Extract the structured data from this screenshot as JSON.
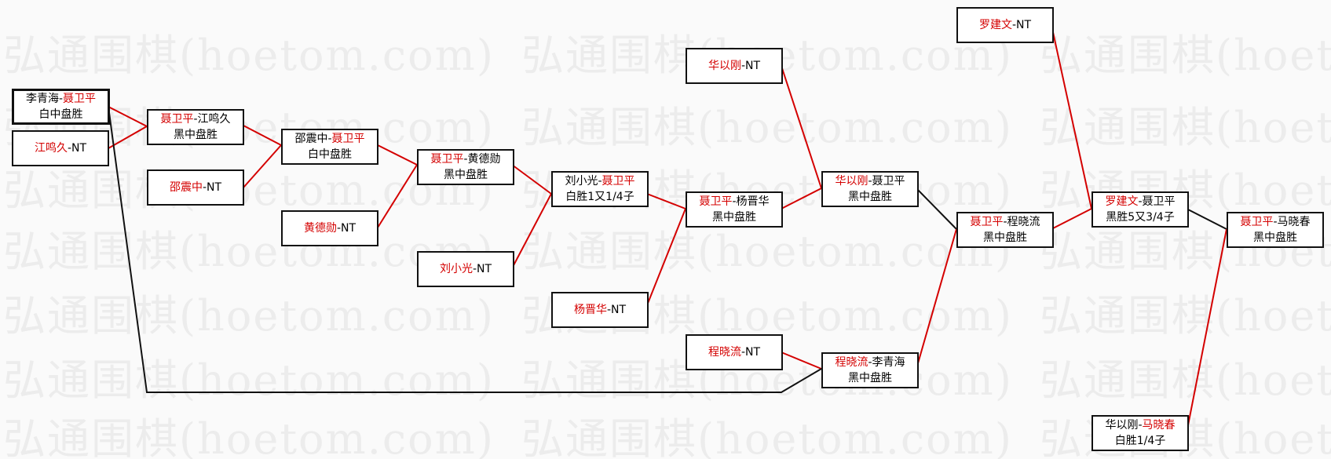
{
  "watermark": "弘通围棋(hoetom.com)",
  "colors": {
    "winner": "#d40000",
    "loser_line": "#111111",
    "box_border": "#111111"
  },
  "games": [
    {
      "id": "b1",
      "p1": "李青海",
      "sep": "-",
      "p2": "聂卫平",
      "winner": 2,
      "result": "白中盘胜"
    },
    {
      "id": "b2",
      "p1": "江鸣久",
      "sep": "-",
      "p2": "NT",
      "winner": 1,
      "result": ""
    },
    {
      "id": "b3",
      "p1": "聂卫平",
      "sep": "-",
      "p2": "江鸣久",
      "winner": 1,
      "result": "黑中盘胜"
    },
    {
      "id": "b4",
      "p1": "邵震中",
      "sep": "-",
      "p2": "NT",
      "winner": 1,
      "result": ""
    },
    {
      "id": "b5",
      "p1": "邵震中",
      "sep": "-",
      "p2": "聂卫平",
      "winner": 2,
      "result": "白中盘胜"
    },
    {
      "id": "b6",
      "p1": "黄德勋",
      "sep": "-",
      "p2": "NT",
      "winner": 1,
      "result": ""
    },
    {
      "id": "b7",
      "p1": "聂卫平",
      "sep": "-",
      "p2": "黄德勋",
      "winner": 1,
      "result": "黑中盘胜"
    },
    {
      "id": "b8",
      "p1": "刘小光",
      "sep": "-",
      "p2": "NT",
      "winner": 1,
      "result": ""
    },
    {
      "id": "b9",
      "p1": "刘小光",
      "sep": "-",
      "p2": "聂卫平",
      "winner": 2,
      "result": "白胜1又1/4子"
    },
    {
      "id": "b10",
      "p1": "杨晋华",
      "sep": "-",
      "p2": "NT",
      "winner": 1,
      "result": ""
    },
    {
      "id": "b11",
      "p1": "聂卫平",
      "sep": "-",
      "p2": "杨晋华",
      "winner": 1,
      "result": "黑中盘胜"
    },
    {
      "id": "b12",
      "p1": "华以刚",
      "sep": "-",
      "p2": "NT",
      "winner": 1,
      "result": ""
    },
    {
      "id": "b13",
      "p1": "华以刚",
      "sep": "-",
      "p2": "聂卫平",
      "winner": 1,
      "result": "黑中盘胜"
    },
    {
      "id": "b14",
      "p1": "程晓流",
      "sep": "-",
      "p2": "NT",
      "winner": 1,
      "result": ""
    },
    {
      "id": "b15",
      "p1": "程晓流",
      "sep": "-",
      "p2": "李青海",
      "winner": 1,
      "result": "黑中盘胜"
    },
    {
      "id": "b16",
      "p1": "聂卫平",
      "sep": "-",
      "p2": "程晓流",
      "winner": 1,
      "result": "黑中盘胜"
    },
    {
      "id": "b17",
      "p1": "罗建文",
      "sep": "-",
      "p2": "NT",
      "winner": 1,
      "result": ""
    },
    {
      "id": "b18",
      "p1": "罗建文",
      "sep": "-",
      "p2": "聂卫平",
      "winner": 1,
      "result": "黑胜5又3/4子"
    },
    {
      "id": "b19",
      "p1": "华以刚",
      "sep": "-",
      "p2": "马晓春",
      "winner": 2,
      "result": "白胜1/4子"
    },
    {
      "id": "b20",
      "p1": "聂卫平",
      "sep": "-",
      "p2": "马晓春",
      "winner": 1,
      "result": "黑中盘胜"
    }
  ]
}
